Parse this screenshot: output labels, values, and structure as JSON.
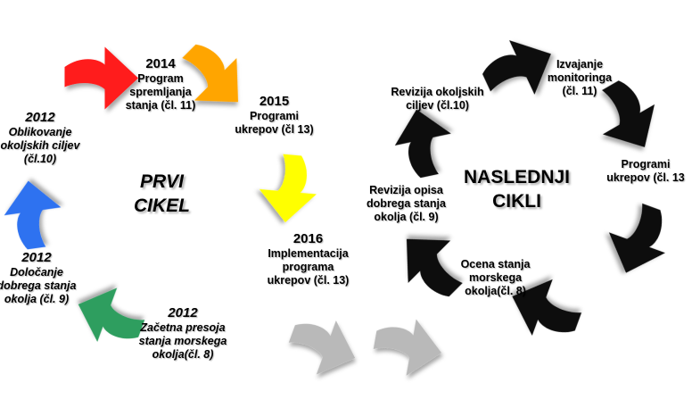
{
  "cycle1": {
    "title_lines": [
      "PRVI",
      "CIKEL"
    ],
    "steps": [
      {
        "year": "2014",
        "lines": [
          "Program",
          "spremljanja",
          "stanja (čl. 11)"
        ]
      },
      {
        "year": "2015",
        "lines": [
          "Programi",
          "ukrepov (čl 13)"
        ]
      },
      {
        "year": "2016",
        "lines": [
          "Implementacija",
          "programa",
          "ukrepov (čl. 13)"
        ]
      },
      {
        "year": "2012",
        "lines": [
          "Začetna presoja",
          "stanja morskega",
          "okolja(čl. 8)"
        ]
      },
      {
        "year": "2012",
        "lines": [
          "Določanje",
          "dobrega stanja",
          "okolja (čl. 9)"
        ]
      },
      {
        "year": "2012",
        "lines": [
          "Oblikovanje",
          "okoljskih ciljev",
          "(čl.10)"
        ]
      }
    ]
  },
  "cycle2": {
    "title_lines": [
      "NASLEDNJI",
      "CIKLI"
    ],
    "steps": [
      {
        "lines": [
          "Izvajanje",
          "monitoringa",
          "(čl. 11)"
        ]
      },
      {
        "lines": [
          "Programi",
          "ukrepov (čl. 13"
        ]
      },
      {
        "lines": [
          "Ocena stanja",
          "morskega",
          "okolja(čl. 8)"
        ]
      },
      {
        "lines": [
          "Revizija opisa",
          "dobrega stanja",
          "okolja (čl. 9)"
        ]
      },
      {
        "lines": [
          "Revizija okoljskih",
          "ciljev (čl.10)"
        ]
      }
    ]
  },
  "colors": {
    "red": "#ff1a1a",
    "orange": "#ffa500",
    "yellow": "#ffff00",
    "gray": "#b9b9b9",
    "green": "#2e9e5e",
    "blue": "#2f72f0",
    "black": "#0a0a0a"
  },
  "arrows": [
    {
      "name": "red-arrow",
      "color": "red"
    },
    {
      "name": "orange-arrow",
      "color": "orange"
    },
    {
      "name": "yellow-arrow",
      "color": "yellow"
    },
    {
      "name": "gray-arrow-1",
      "color": "gray"
    },
    {
      "name": "gray-arrow-2",
      "color": "gray"
    },
    {
      "name": "green-arrow",
      "color": "green"
    },
    {
      "name": "blue-arrow",
      "color": "blue"
    },
    {
      "name": "black-arrow-top",
      "color": "black"
    },
    {
      "name": "black-arrow-right-upper",
      "color": "black"
    },
    {
      "name": "black-arrow-right-lower",
      "color": "black"
    },
    {
      "name": "black-arrow-bottom",
      "color": "black"
    },
    {
      "name": "black-arrow-middle-lower",
      "color": "black"
    },
    {
      "name": "black-arrow-middle-upper",
      "color": "black"
    }
  ]
}
